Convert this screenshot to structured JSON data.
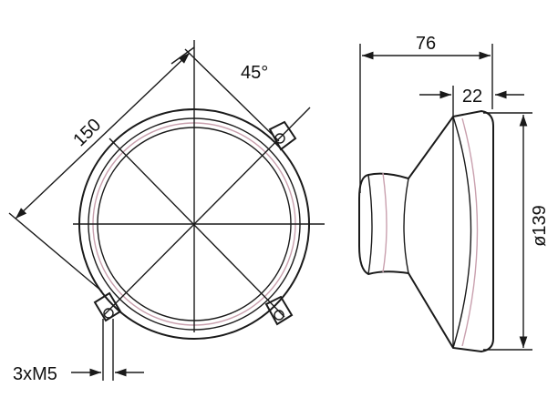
{
  "colors": {
    "outline": "#1a1a1a",
    "lens_tint": "#c9a0ae",
    "background": "#ffffff"
  },
  "labels": {
    "diagonal_150": "150",
    "angle_45": "45°",
    "width_76": "76",
    "depth_22": "22",
    "diameter_139": "ø139",
    "screw_3xm5": "3xM5"
  }
}
